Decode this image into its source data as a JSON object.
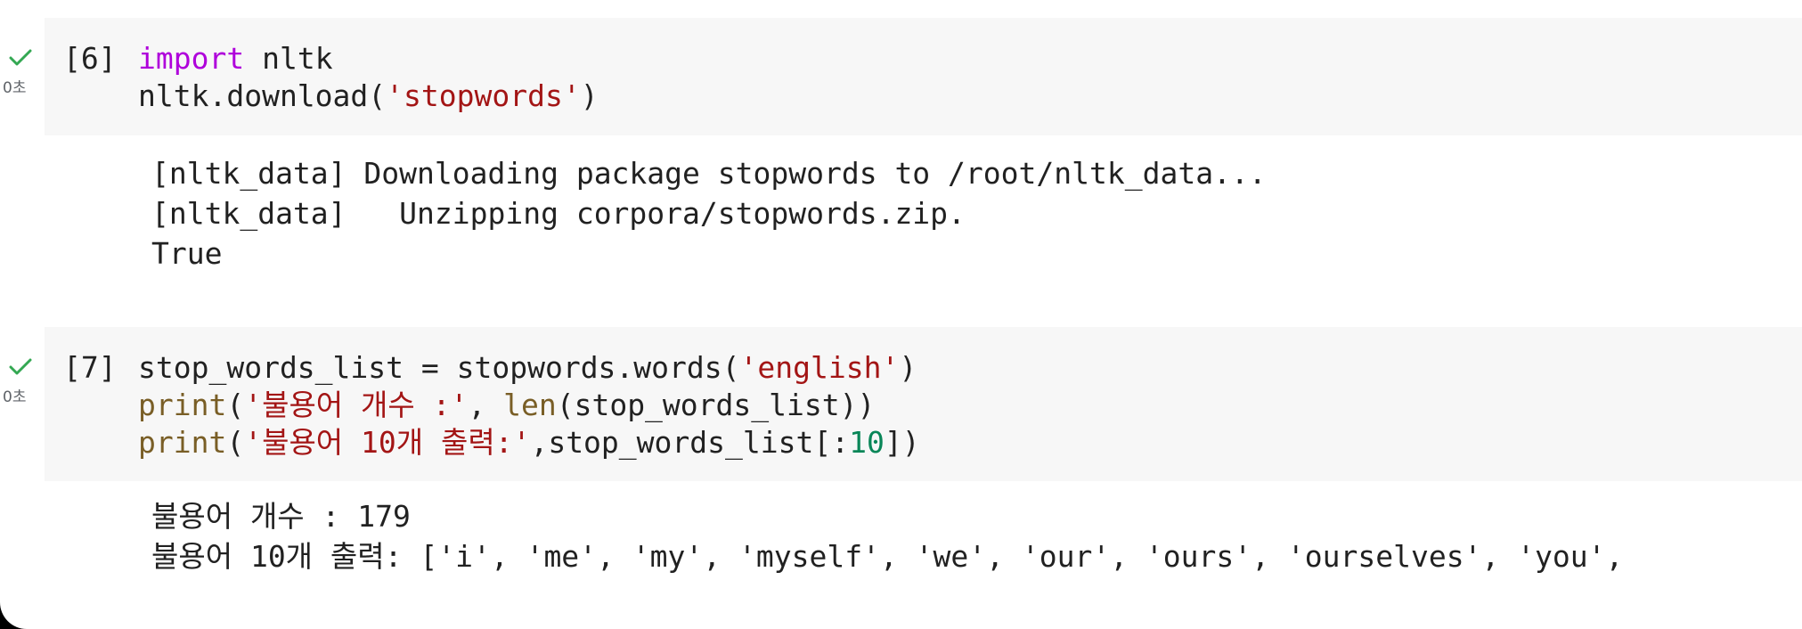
{
  "cells": [
    {
      "exec_count": "[6]",
      "exec_time": "0초",
      "code": [
        [
          {
            "t": "kw",
            "v": "import"
          },
          {
            "t": "plain",
            "v": " nltk"
          }
        ],
        [
          {
            "t": "plain",
            "v": "nltk.download("
          },
          {
            "t": "str",
            "v": "'stopwords'"
          },
          {
            "t": "plain",
            "v": ")"
          }
        ]
      ],
      "output": [
        "[nltk_data] Downloading package stopwords to /root/nltk_data...",
        "[nltk_data]   Unzipping corpora/stopwords.zip.",
        "True"
      ]
    },
    {
      "exec_count": "[7]",
      "exec_time": "0초",
      "code": [
        [
          {
            "t": "plain",
            "v": "stop_words_list = stopwords.words("
          },
          {
            "t": "str",
            "v": "'english'"
          },
          {
            "t": "plain",
            "v": ")"
          }
        ],
        [
          {
            "t": "fn",
            "v": "print"
          },
          {
            "t": "plain",
            "v": "("
          },
          {
            "t": "str",
            "v": "'불용어 개수 :'"
          },
          {
            "t": "plain",
            "v": ", "
          },
          {
            "t": "fn",
            "v": "len"
          },
          {
            "t": "plain",
            "v": "(stop_words_list))"
          }
        ],
        [
          {
            "t": "fn",
            "v": "print"
          },
          {
            "t": "plain",
            "v": "("
          },
          {
            "t": "str",
            "v": "'불용어 10개 출력:'"
          },
          {
            "t": "plain",
            "v": ",stop_words_list[:"
          },
          {
            "t": "num",
            "v": "10"
          },
          {
            "t": "plain",
            "v": "])"
          }
        ]
      ],
      "output": [
        "불용어 개수 : 179",
        "불용어 10개 출력: ['i', 'me', 'my', 'myself', 'we', 'our', 'ours', 'ourselves', 'you',"
      ]
    }
  ],
  "colors": {
    "keyword": "#af00db",
    "string": "#a31515",
    "function": "#795e26",
    "number": "#098658",
    "check": "#34a853",
    "code_bg": "#f7f7f7"
  }
}
